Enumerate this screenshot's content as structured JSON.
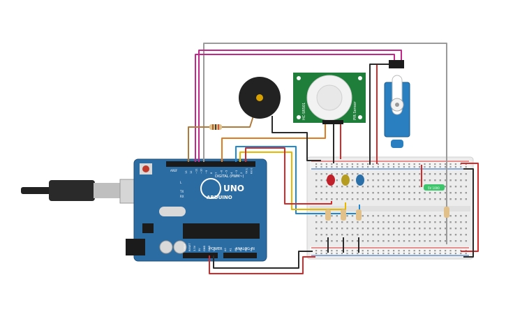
{
  "arduino": {
    "brand": "ARDUINO",
    "model": "UNO",
    "digital_label": "DIGITAL (PWM~)",
    "power_label": "POWER",
    "analog_label": "ANALOG IN",
    "tx_label": "TX",
    "rx_label": "RX",
    "l_label": "L",
    "aref_label": "AREF",
    "gnd_label": "GND",
    "digital_pins": [
      "13",
      "12",
      "~11",
      "~10",
      "~9",
      "8",
      "7",
      "~6",
      "~5",
      "4",
      "~3",
      "2",
      "TX 1",
      "RX 0"
    ],
    "power_pins": [
      "IOREF",
      "RESET",
      "3.3V",
      "5V",
      "GND",
      "GND",
      "Vin"
    ],
    "analog_pins": [
      "A0",
      "A1",
      "A2",
      "A3",
      "A4",
      "A5"
    ]
  },
  "pir": {
    "label_vertical": "HC-SR501",
    "label_side": "PIR Sensor"
  },
  "lcd_small": {
    "text": "5V 1000"
  },
  "colors": {
    "arduino_board": "#2b6ca3",
    "breadboard": "#ececec",
    "pir_board": "#1f7f3a",
    "servo": "#2a7fc1",
    "wire_red": "#d62a2a",
    "wire_black": "#2a2a2a",
    "wire_magenta": "#c2288a",
    "wire_yellow": "#e6b800",
    "wire_blue": "#1f8ad1",
    "wire_orange": "#e07b22",
    "wire_gray": "#9a9a9a",
    "wire_brown": "#b07a3a",
    "led_red": "#c0202a",
    "led_yellow": "#b59b20",
    "led_blue": "#2a6fa8"
  }
}
